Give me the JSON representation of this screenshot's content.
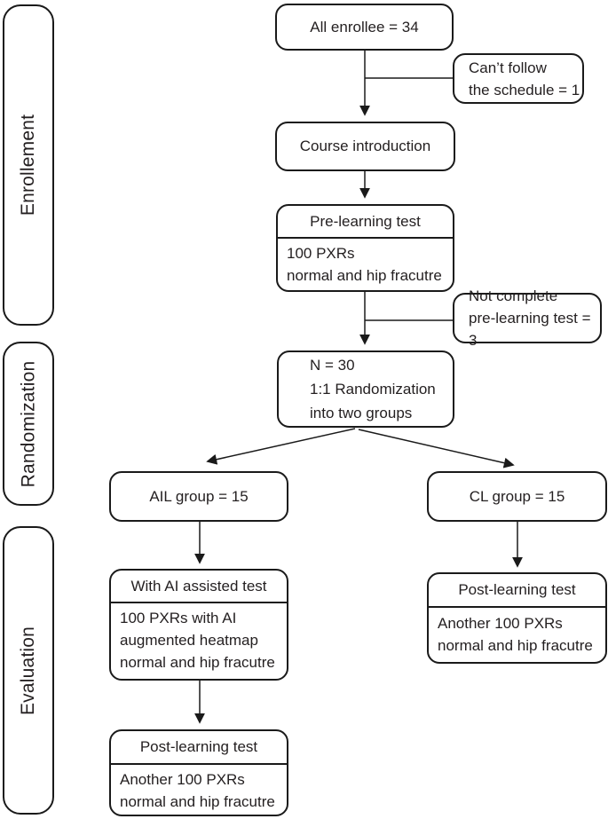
{
  "sidebar": {
    "enrollment_label": "Enrollement",
    "randomization_label": "Randomization",
    "evaluation_label": "Evaluation"
  },
  "nodes": {
    "all_enrollee": {
      "title": "All enrollee = 34"
    },
    "cant_follow": {
      "lines": [
        "Can’t follow",
        "the schedule = 1"
      ]
    },
    "course_introduction": {
      "title": "Course introduction"
    },
    "pre_learning": {
      "title": "Pre-learning test",
      "body": [
        "100 PXRs",
        "normal and hip fracutre"
      ]
    },
    "not_complete": {
      "lines": [
        "Not complete",
        "pre-learning test = 3"
      ]
    },
    "randomization": {
      "lines": [
        "N = 30",
        "1:1 Randomization",
        "into two groups"
      ]
    },
    "ail_group": {
      "title": "AIL group = 15"
    },
    "cl_group": {
      "title": "CL group = 15"
    },
    "ai_assisted": {
      "title": "With AI assisted test",
      "body": [
        "100 PXRs with AI",
        "augmented heatmap",
        "normal and hip fracutre"
      ]
    },
    "post_learning_left": {
      "title": "Post-learning test",
      "body": [
        "Another 100 PXRs",
        "normal and hip fracutre"
      ]
    },
    "post_learning_right": {
      "title": "Post-learning test",
      "body": [
        "Another 100 PXRs",
        "normal and hip fracutre"
      ]
    }
  },
  "colors": {
    "line": "#1a1a1a",
    "text": "#231f20",
    "background": "#ffffff"
  }
}
